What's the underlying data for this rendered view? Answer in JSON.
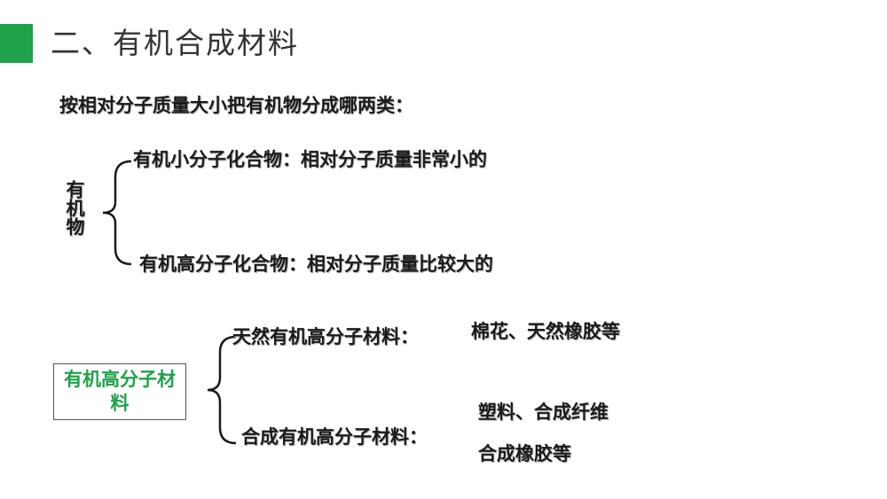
{
  "header": {
    "title": "二、有机合成材料",
    "accent_color": "#1fa24a"
  },
  "question": "按相对分子质量大小把有机物分成哪两类：",
  "organic_classification": {
    "label": "有机物",
    "small_molecule": "有机小分子化合物：相对分子质量非常小的",
    "high_molecule": "有机高分子化合物：相对分子质量比较大的"
  },
  "polymer_materials": {
    "box_label": "有机高分子材料",
    "box_text_color": "#1fa24a",
    "natural": {
      "label": "天然有机高分子材料：",
      "examples": "棉花、天然橡胶等"
    },
    "synthetic": {
      "label": "合成有机高分子材料：",
      "examples": [
        "塑料、合成纤维",
        "合成橡胶等"
      ]
    }
  }
}
